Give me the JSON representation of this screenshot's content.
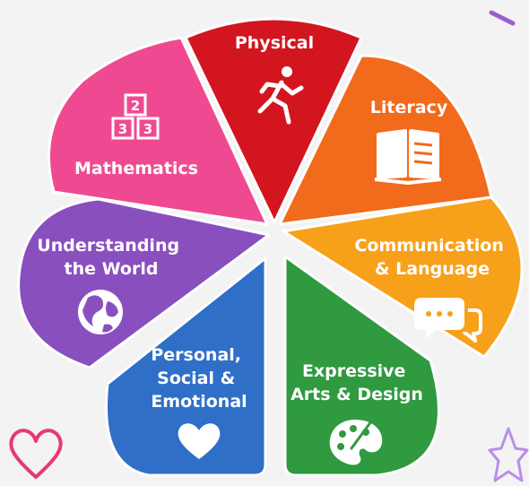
{
  "diagram": {
    "petals": [
      {
        "label_lines": [
          "Physical"
        ],
        "color": "#d3151f",
        "icon": "running-person-icon"
      },
      {
        "label_lines": [
          "Literacy"
        ],
        "color": "#f26a1b",
        "icon": "open-book-icon"
      },
      {
        "label_lines": [
          "Communication",
          "& Language"
        ],
        "color": "#f7a11a",
        "icon": "speech-bubbles-icon"
      },
      {
        "label_lines": [
          "Expressive",
          "Arts & Design"
        ],
        "color": "#2f9a3f",
        "icon": "paint-palette-icon"
      },
      {
        "label_lines": [
          "Personal,",
          "Social &",
          "Emotional"
        ],
        "color": "#2f6fc7",
        "icon": "heart-icon"
      },
      {
        "label_lines": [
          "Understanding",
          "the World"
        ],
        "color": "#8a4fbf",
        "icon": "globe-icon"
      },
      {
        "label_lines": [
          "Mathematics"
        ],
        "color": "#ef4a91",
        "icon": "number-blocks-icon",
        "block_numbers": [
          "2",
          "3",
          "3"
        ]
      }
    ],
    "decorations": {
      "heart_outline_color": "#e63b6f",
      "star_color": "#b78ee8",
      "dash_color": "#9b5fd1"
    }
  }
}
